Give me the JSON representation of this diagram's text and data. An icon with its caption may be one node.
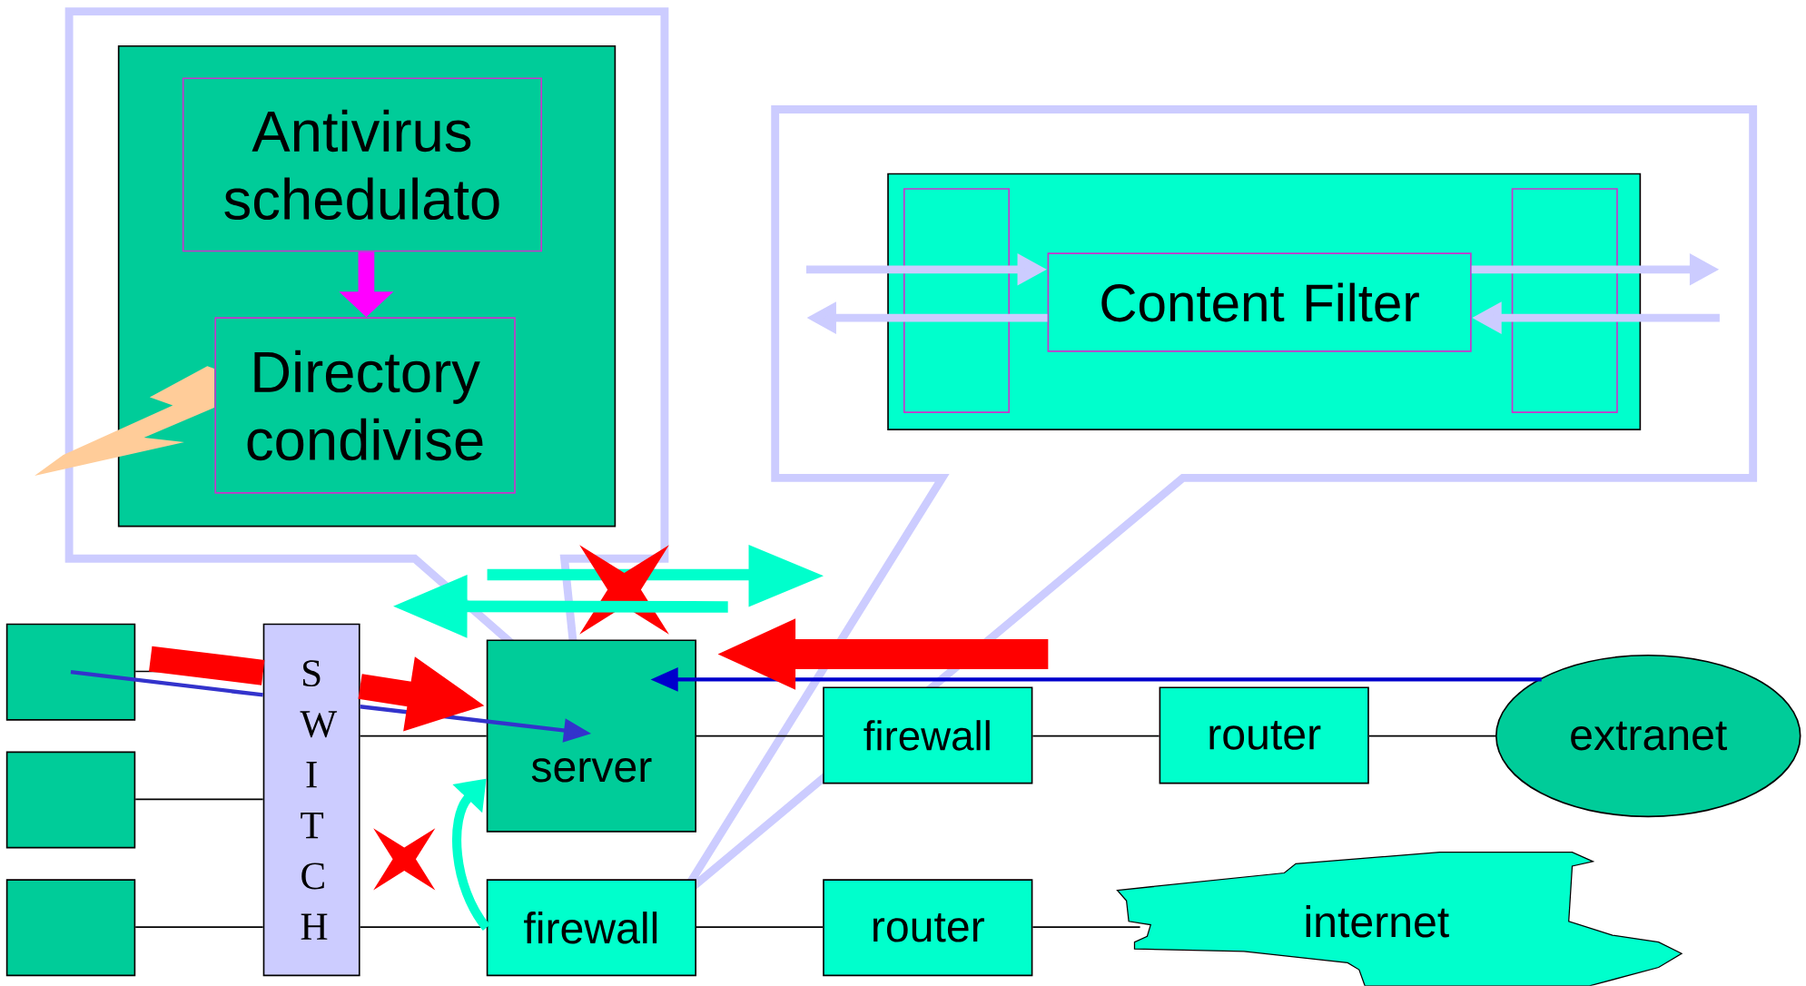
{
  "diagram": {
    "nodes": [
      {
        "text": [],
        "shape": "box"
      },
      {
        "text": [
          "Antivirus schedulato"
        ],
        "in": 0
      },
      {
        "text": [
          "Directory condivise"
        ],
        "in": 0
      },
      {
        "text": [],
        "shape": "box"
      },
      {
        "text": [],
        "shape": "box",
        "in": 3
      },
      {
        "text": [
          "Content Filter"
        ],
        "in": 3
      },
      {
        "text": [],
        "shape": "box",
        "in": 3
      },
      {
        "text": [],
        "shape": "box"
      },
      {
        "text": [],
        "shape": "box"
      },
      {
        "text": [],
        "shape": "box"
      },
      {
        "text": [
          "S W I T C H"
        ]
      },
      {
        "text": [
          "server"
        ]
      },
      {
        "text": [
          "firewall"
        ]
      },
      {
        "text": [
          "router"
        ]
      },
      {
        "text": [
          "extranet"
        ]
      },
      {
        "text": [
          "firewall"
        ]
      },
      {
        "text": [
          "router"
        ]
      },
      {
        "text": [
          "internet"
        ]
      },
      {
        "text": [],
        "shape": "bolt"
      },
      {
        "text": [],
        "shape": "cross"
      },
      {
        "text": [],
        "shape": "cross"
      }
    ],
    "edges": [
      {
        "from": 1,
        "to": 2,
        "arrow": "to",
        "style": "thick",
        "color": "#ff00ff"
      },
      {
        "from": null,
        "to": 5,
        "arrow": "to",
        "style": "thick",
        "color": "#ccccff"
      },
      {
        "from": 5,
        "to": null,
        "arrow": "to",
        "style": "thick",
        "color": "#ccccff"
      },
      {
        "from": 5,
        "to": null,
        "arrow": "to",
        "style": "thick",
        "color": "#ccccff"
      },
      {
        "from": null,
        "to": 5,
        "arrow": "to",
        "style": "thick",
        "color": "#ccccff"
      },
      {
        "from": 7,
        "to": 10,
        "arrow": "none"
      },
      {
        "from": 8,
        "to": 10,
        "arrow": "none"
      },
      {
        "from": 9,
        "to": 10,
        "arrow": "none"
      },
      {
        "from": 10,
        "to": 11,
        "arrow": "none"
      },
      {
        "from": 10,
        "to": 15,
        "arrow": "none"
      },
      {
        "from": 11,
        "to": 12,
        "arrow": "none"
      },
      {
        "from": 12,
        "to": 13,
        "arrow": "none"
      },
      {
        "from": 13,
        "to": 14,
        "arrow": "none"
      },
      {
        "from": 15,
        "to": 16,
        "arrow": "none"
      },
      {
        "from": 16,
        "to": 17,
        "arrow": "none"
      },
      {
        "from": 7,
        "to": 10,
        "arrow": "none",
        "color": "#3333cc"
      },
      {
        "from": 10,
        "to": 11,
        "arrow": "to",
        "color": "#3333cc"
      },
      {
        "from": 14,
        "to": 11,
        "arrow": "to",
        "color": "#0000cc"
      },
      {
        "from": 7,
        "to": 10,
        "arrow": "none",
        "style": "thick",
        "color": "#ff0000"
      },
      {
        "from": 10,
        "to": 11,
        "arrow": "to",
        "style": "thick",
        "color": "#ff0000"
      },
      {
        "from": null,
        "to": 11,
        "arrow": "to",
        "style": "thick",
        "color": "#ff0000"
      },
      {
        "from": null,
        "to": 10,
        "arrow": "to",
        "style": "thick",
        "color": "#00ffcc"
      },
      {
        "from": 15,
        "to": 11,
        "arrow": "to",
        "style": "thick",
        "color": "#00ffcc"
      }
    ]
  }
}
